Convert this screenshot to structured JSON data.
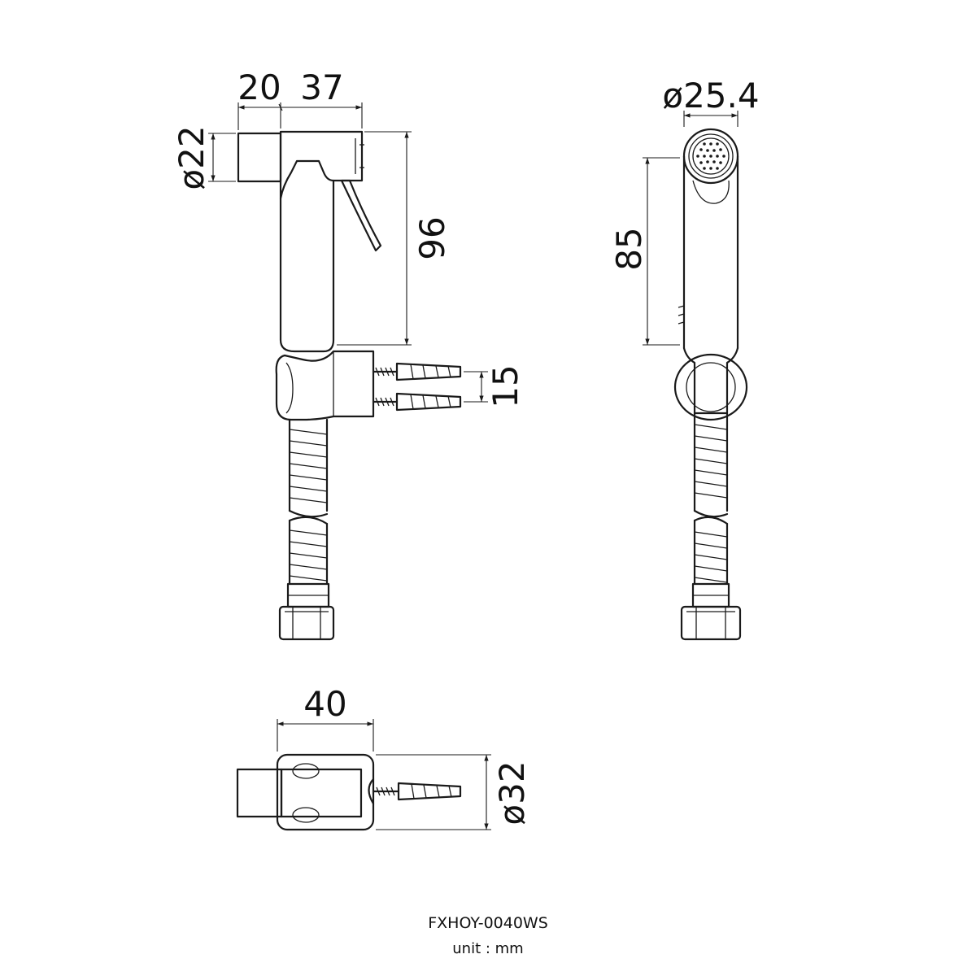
{
  "dimensions": {
    "side_inlet_length": "20",
    "side_body_length": "37",
    "side_inlet_diameter": "ø22",
    "side_height": "96",
    "side_anchor_spacing": "15",
    "front_head_diameter": "ø25.4",
    "front_height": "85",
    "top_width": "40",
    "top_diameter": "ø32"
  },
  "footer": {
    "model": "FXHOY-0040WS",
    "unit": "unit : mm"
  }
}
